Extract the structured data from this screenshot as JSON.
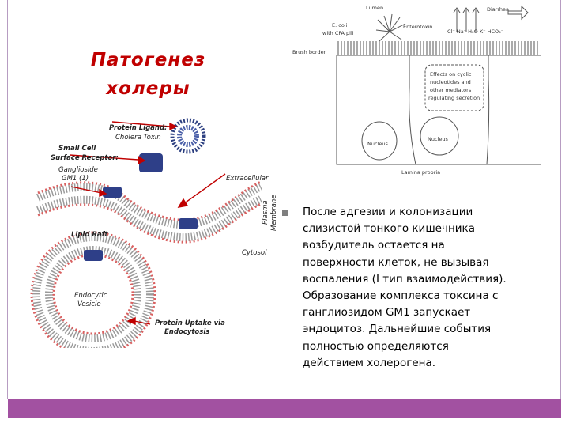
{
  "slide": {
    "title_lines": [
      "Патогенез",
      "холеры"
    ],
    "body_text": "После адгезии и колонизации\nслизистой тонкого кишечника\nвозбудитель остается на\nповерхности клеток, не вызывая\nвоспаления (I тип взаимодействия).\nОбразование комплекса токсина с\nганглиозидом GM1 запускает\nэндоцитоз. Дальнейшие события\nполностью определяются\nдействием холерогена."
  },
  "figure_endocytosis": {
    "labels": {
      "protein_ligand": "Protein Ligand:",
      "cholera_toxin": "Cholera Toxin",
      "receptor_line1": "Small Cell",
      "receptor_line2": "Surface Receptor:",
      "ganglioside": "Ganglioside",
      "gm1": "GM1 (1)",
      "extracellular": "Extracellular",
      "plasma": "Plasma",
      "membrane": "Membrane",
      "lipid_raft": "Lipid Raft",
      "cytosol": "Cytosol",
      "endocytic": "Endocytic",
      "vesicle": "Vesicle",
      "uptake_line1": "Protein Uptake via",
      "uptake_line2": "Endocytosis"
    }
  },
  "figure_cell": {
    "labels": {
      "lumen": "Lumen",
      "diarrhea": "Diarrhea",
      "ecoli_line1": "E. coli",
      "ecoli_line2": "with CFA pili",
      "enterotoxin": "Enterotoxin",
      "ions": "Cl⁻ Na⁺ H₂O K⁺ HCO₃⁻",
      "brush_border": "Brush border",
      "effects_line1": "Effects on cyclic",
      "effects_line2": "nucleotides and",
      "effects_line3": "other mediators",
      "effects_line4": "regulating secretion",
      "nucleus_left": "Nucleus",
      "nucleus_right": "Nucleus",
      "lamina": "Lamina propria"
    }
  }
}
